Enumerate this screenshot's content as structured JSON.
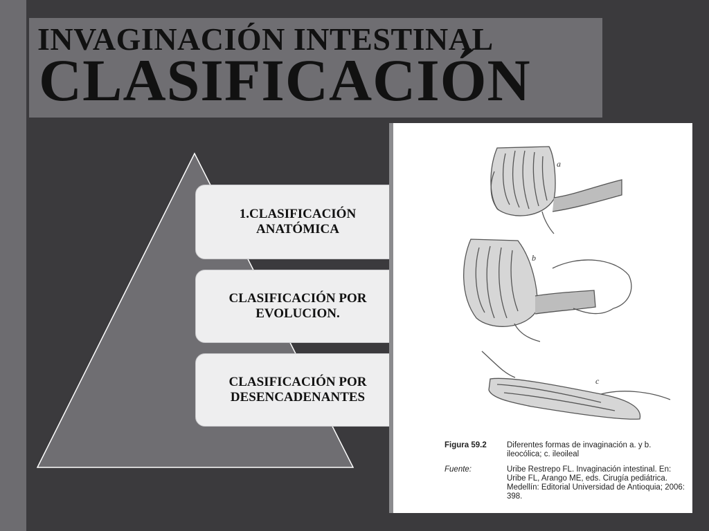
{
  "slide": {
    "title_line1": "INVAGINACIÓN INTESTINAL",
    "title_line2": "CLASIFICACIÓN"
  },
  "pyramid": {
    "levels": [
      {
        "label": "1.CLASIFICACIÓN ANATÓMICA"
      },
      {
        "label": "CLASIFICACIÓN POR EVOLUCION."
      },
      {
        "label": "CLASIFICACIÓN POR DESENCADENANTES"
      }
    ]
  },
  "figure": {
    "panel_labels": [
      "a",
      "b",
      "c"
    ],
    "caption": {
      "figure_key": "Figura 59.2",
      "figure_text": "Diferentes formas de invaginación a. y b. ileocólica; c. ileoileal",
      "source_key": "Fuente:",
      "source_text": "Uribe Restrepo FL. Invaginación intestinal. En: Uribe FL, Arango ME, eds. Cirugía pediátrica. Medellín: Editorial Universidad de Antioquia; 2006: 398."
    }
  },
  "colors": {
    "background": "#3b3a3d",
    "left_band": "#6d6c70",
    "title_box": "#6f6e72",
    "pyramid_fill": "#6f6e72",
    "level_box": "#eeeeef"
  }
}
